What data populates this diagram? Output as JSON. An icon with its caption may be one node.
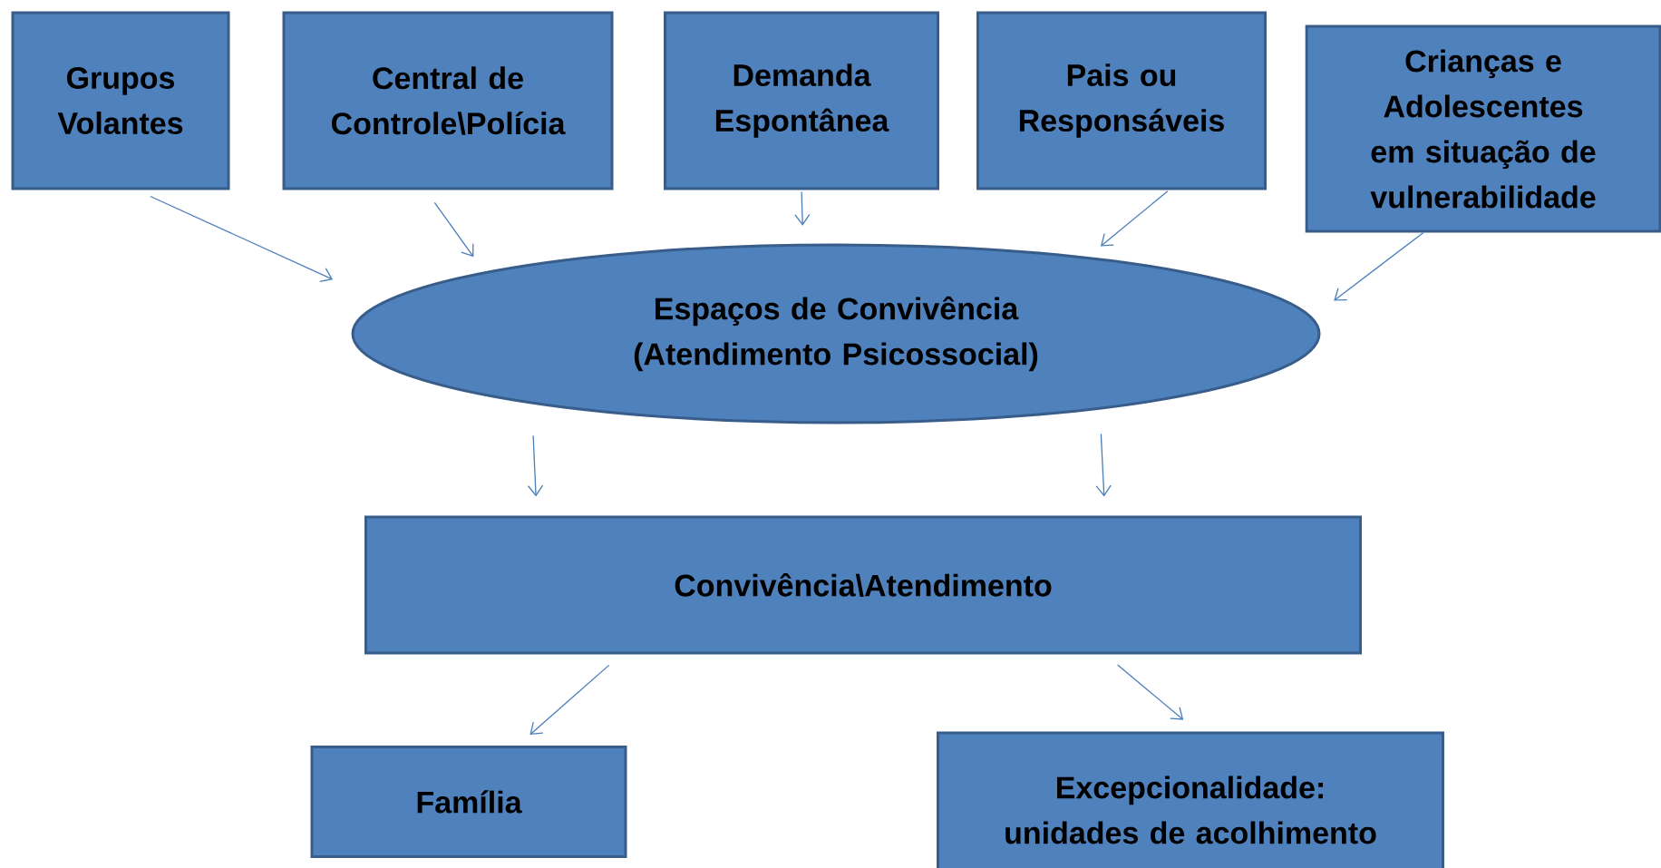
{
  "diagram": {
    "nodes": [
      {
        "text": [
          "Grupos Volantes"
        ]
      },
      {
        "text": [
          "Central de Controle\\Polícia"
        ]
      },
      {
        "text": [
          "Demanda Espontânea"
        ]
      },
      {
        "text": [
          "Pais ou Responsáveis"
        ]
      },
      {
        "text": [
          "Crianças e Adolescentes em situação de vulnerabilidade"
        ]
      },
      {
        "text": [
          "Espaços de Convivência (Atendimento Psicossocial)"
        ]
      },
      {
        "text": [
          "Convivência\\Atendimento"
        ]
      },
      {
        "text": [
          "Família"
        ]
      },
      {
        "text": [
          "Excepcionalidade: unidades de acolhimento"
        ]
      }
    ],
    "edges": [
      {
        "from": 0,
        "to": 5,
        "arrow": "to"
      },
      {
        "from": 1,
        "to": 5,
        "arrow": "to"
      },
      {
        "from": 2,
        "to": 5,
        "arrow": "to"
      },
      {
        "from": 3,
        "to": 5,
        "arrow": "to"
      },
      {
        "from": 4,
        "to": 5,
        "arrow": "to"
      },
      {
        "from": 5,
        "to": 6,
        "arrow": "to"
      },
      {
        "from": 5,
        "to": 6,
        "arrow": "to"
      },
      {
        "from": 6,
        "to": 7,
        "arrow": "to"
      },
      {
        "from": 6,
        "to": 8,
        "arrow": "to"
      }
    ]
  }
}
